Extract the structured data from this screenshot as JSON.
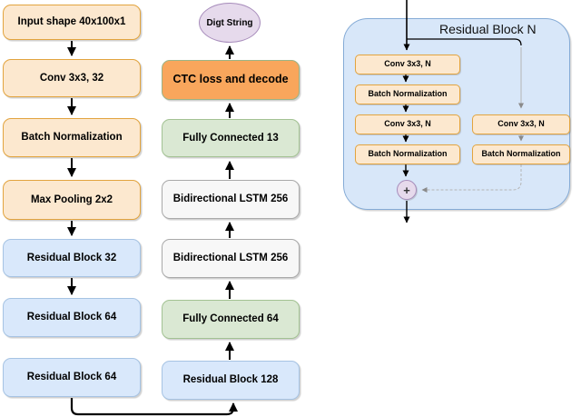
{
  "figure": {
    "left_column": [
      {
        "label": "Input shape 40x100x1"
      },
      {
        "label": "Conv 3x3, 32"
      },
      {
        "label": "Batch Normalization"
      },
      {
        "label": "Max Pooling 2x2"
      },
      {
        "label": "Residual Block 32"
      },
      {
        "label": "Residual Block 64"
      },
      {
        "label": "Residual Block 64"
      }
    ],
    "middle_column": {
      "output_node": "Digt String",
      "nodes": [
        {
          "label": "CTC loss and decode"
        },
        {
          "label": "Fully Connected 13"
        },
        {
          "label": "Bidirectional LSTM 256"
        },
        {
          "label": "Bidirectional LSTM 256"
        },
        {
          "label": "Fully Connected 64"
        },
        {
          "label": "Residual Block 128"
        }
      ]
    },
    "residual_block_detail": {
      "title": "Residual Block N",
      "main_path": [
        {
          "label": "Conv 3x3, N"
        },
        {
          "label": "Batch Normalization"
        },
        {
          "label": "Conv 3x3, N"
        },
        {
          "label": "Batch Normalization"
        }
      ],
      "skip_path": [
        {
          "label": "Conv 3x3, N"
        },
        {
          "label": "Batch Normalization"
        }
      ],
      "merge_operator": "+"
    },
    "colors": {
      "box_orange_fill": "#FCE8CF",
      "box_orange_border": "#E2A43F",
      "box_orange_strong_fill": "#F9A65C",
      "box_green_fill": "#DAE8D3",
      "box_gray_fill": "#F7F7F7",
      "box_blue_fill": "#D9E8FB",
      "container_blue_fill": "#D8E7F9",
      "ellipse_lavender_fill": "#E6DAEC",
      "arrow_color": "#000000",
      "skip_line_color": "#B5B5B5"
    }
  }
}
